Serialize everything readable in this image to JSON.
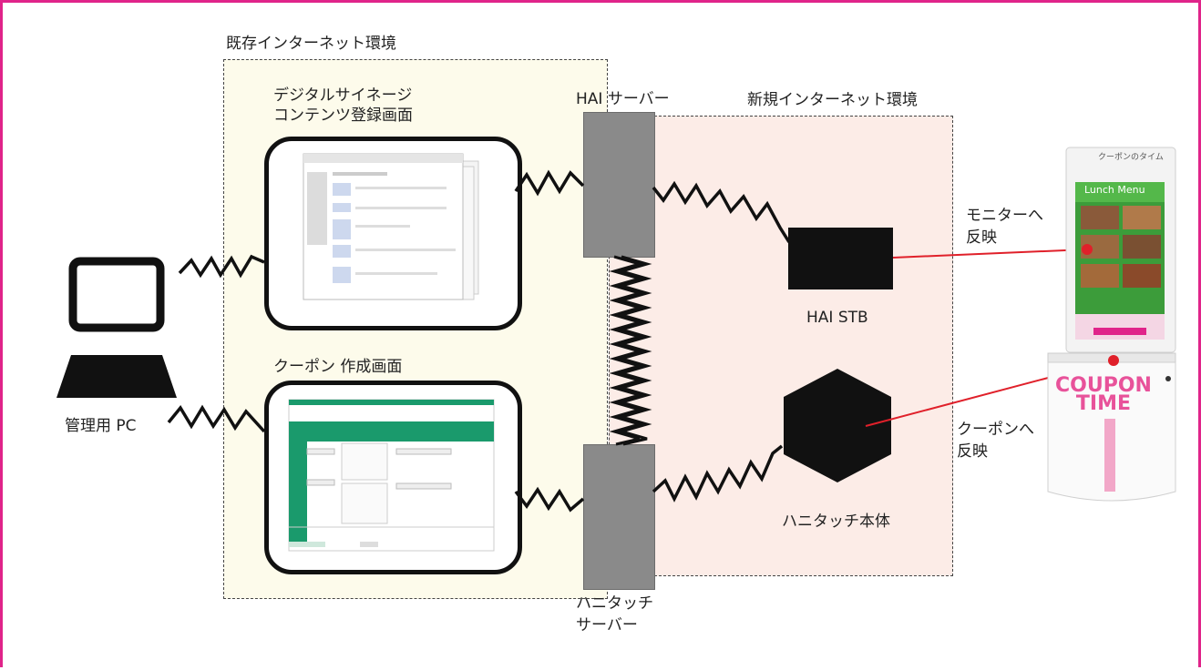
{
  "zones": {
    "existing": "既存インターネット環境",
    "new": "新規インターネット環境"
  },
  "screens": {
    "signage": "デジタルサイネージ\nコンテンツ登録画面",
    "coupon": "クーポン 作成画面"
  },
  "servers": {
    "hai": "HAI サーバー",
    "hanitouch": "ハニタッチ\nサーバー"
  },
  "devices": {
    "pc": "管理用 PC",
    "stb": "HAI STB",
    "hanitouch_body": "ハニタッチ本体"
  },
  "annotations": {
    "monitor": "モニターへ\n反映",
    "coupon": "クーポンへ\n反映"
  },
  "kiosk": {
    "logo": "COUPON\nTIME",
    "top_label": "クーポンのタイム",
    "screen_title": "Lunch Menu"
  },
  "colors": {
    "frame": "#e0248a",
    "arrow": "#e0202a",
    "existing_bg": "#fdfbeb",
    "new_bg": "#fcece7"
  }
}
